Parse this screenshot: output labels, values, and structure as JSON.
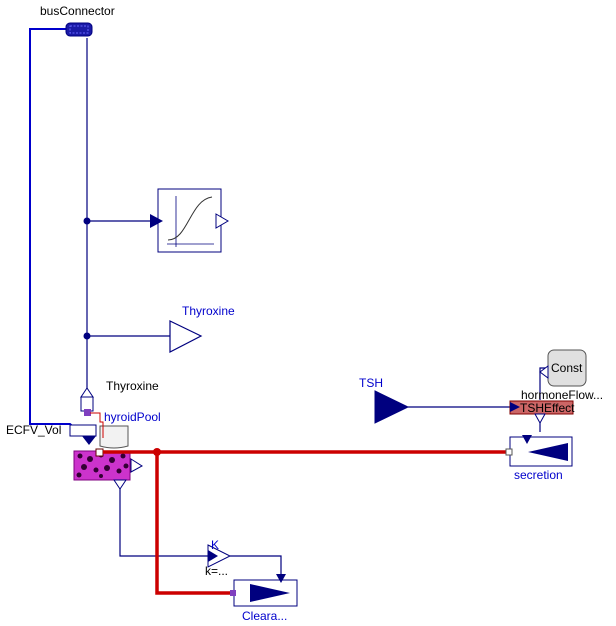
{
  "labels": {
    "bus_connector": "busConnector",
    "thyroxine_output": "Thyroxine",
    "thyroxine_input": "Thyroxine",
    "thyroid_pool": "hyroidPool",
    "ecfv_vol": "ECFV_Vol",
    "tsh": "TSH",
    "const": "Const",
    "hormone_flow": "hormoneFlow...",
    "tsh_effect": "TSHEffect",
    "secretion": "secretion",
    "gain_k": "K",
    "gain_value": "k=...",
    "clearance": "Cleara..."
  },
  "colors": {
    "signal_line": "#0000cc",
    "flow_line": "#cc0000",
    "dark_navy": "#00007f",
    "pool_fill": "#cc33cc",
    "effect_fill": "#cc6666"
  },
  "icons": {
    "bus": "bus-connector-icon",
    "curve": "curve-block-icon",
    "triangle": "signal-triangle-icon"
  }
}
